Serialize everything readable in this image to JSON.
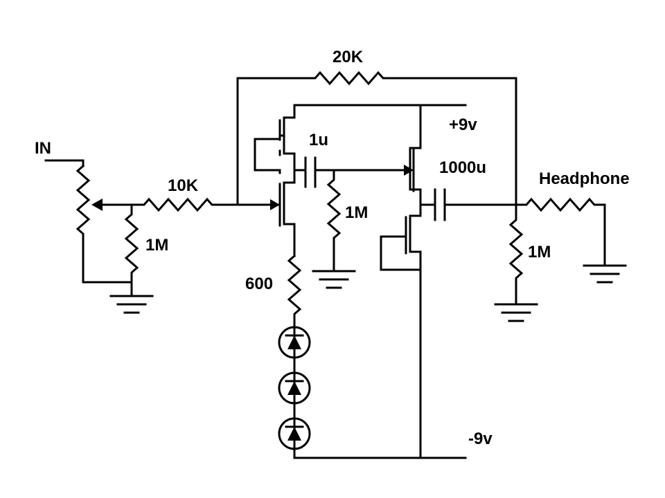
{
  "labels": {
    "input": "IN",
    "feedback_resistor": "20K",
    "input_resistor": "10K",
    "pot_shunt_resistor": "1M",
    "coupling_cap": "1u",
    "bias_resistor": "1M",
    "source_resistor": "600",
    "positive_supply": "+9v",
    "negative_supply": "-9v",
    "output_cap": "1000u",
    "output": "Headphone",
    "output_resistor": "1M"
  }
}
